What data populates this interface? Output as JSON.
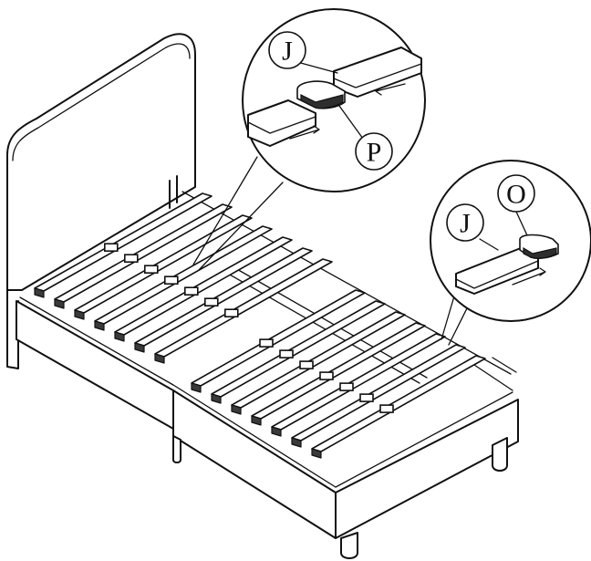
{
  "labels": {
    "callout_1_upper": "J",
    "callout_1_lower": "P",
    "callout_2_left": "J",
    "callout_2_right": "O"
  },
  "colors": {
    "line": "#111111",
    "slat_side": "#3a3a3a",
    "background": "#ffffff"
  },
  "icons": [
    "arrow-icon"
  ]
}
